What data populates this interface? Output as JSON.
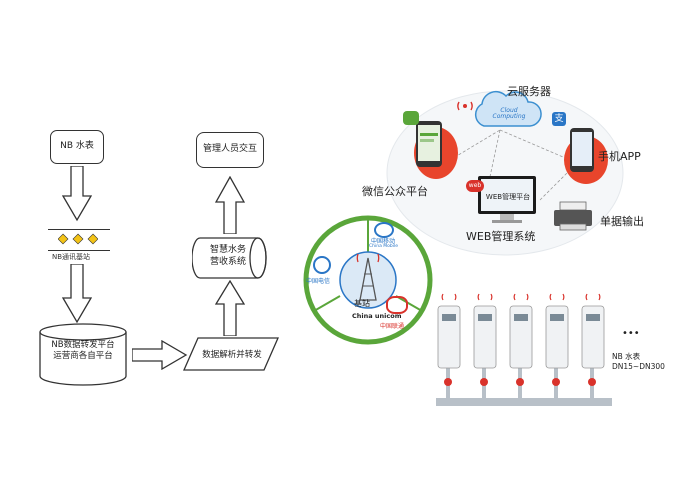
{
  "flow": {
    "nb_meter": "NB 水表",
    "nb_base_station": "NB通讯基站",
    "nb_platform_line1": "NB数据转发平台",
    "nb_platform_line2": "运营商各自平台",
    "data_parse": "数据解析并转发",
    "water_system_line1": "智慧水务",
    "water_system_line2": "营收系统",
    "admin_interact": "管理人员交互"
  },
  "network": {
    "cloud_server": "云服务器",
    "cloud_text": "Cloud Computing",
    "mobile_app": "手机APP",
    "wechat": "微信公众平台",
    "web_platform_screen": "WEB管理平台",
    "web_system": "WEB管理系统",
    "receipt_output": "单据输出",
    "web_badge": "web",
    "base_station": "基站",
    "china_mobile": "中国移动",
    "china_mobile_en": "China Mobile",
    "china_telecom": "中国电信",
    "china_unicom_en": "China unicom",
    "china_unicom": "中国联通",
    "meters_line1": "NB 水表",
    "meters_line2": "DN15~DN300",
    "more": "•••"
  },
  "colors": {
    "accent_green": "#5aa63a",
    "accent_blue": "#2a76c6",
    "accent_red": "#d9322b",
    "cloud_blue": "#3b8fd0"
  }
}
